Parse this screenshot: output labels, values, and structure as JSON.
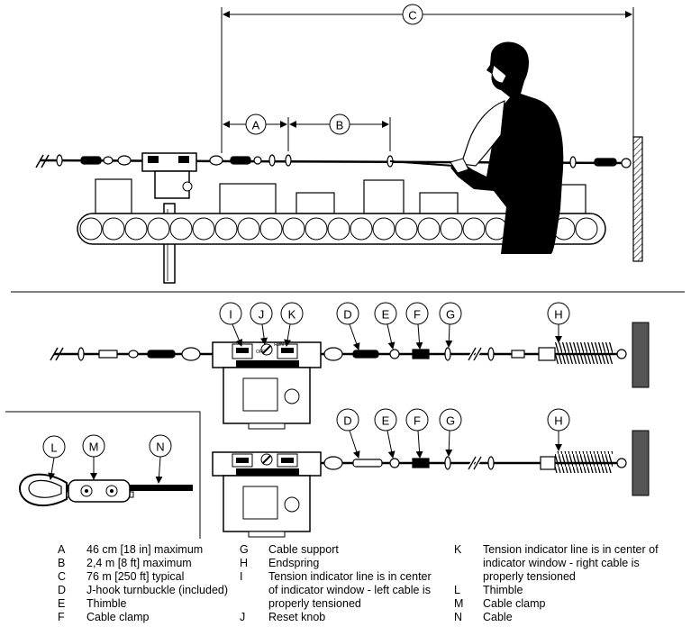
{
  "callouts": {
    "A": "A",
    "B": "B",
    "C": "C",
    "D": "D",
    "E": "E",
    "F": "F",
    "G": "G",
    "H": "H",
    "I": "I",
    "J": "J",
    "K": "K",
    "L": "L",
    "M": "M",
    "N": "N"
  },
  "switch_label": {
    "run": "RUN",
    "off": "OFF"
  },
  "legend": {
    "col1": [
      {
        "key": "A",
        "text": "46 cm [18 in] maximum"
      },
      {
        "key": "B",
        "text": "2,4 m [8 ft] maximum"
      },
      {
        "key": "C",
        "text": "76 m [250 ft] typical"
      },
      {
        "key": "D",
        "text": "J-hook turnbuckle (included)"
      },
      {
        "key": "E",
        "text": "Thimble"
      },
      {
        "key": "F",
        "text": "Cable clamp"
      }
    ],
    "col2": [
      {
        "key": "G",
        "text": "Cable support"
      },
      {
        "key": "H",
        "text": "Endspring"
      },
      {
        "key": "I",
        "text": "Tension indicator line is in center of indicator window - left cable is properly tensioned"
      },
      {
        "key": "J",
        "text": "Reset knob"
      }
    ],
    "col3": [
      {
        "key": "K",
        "text": "Tension indicator line is in center of indicator window - right cable is properly tensioned"
      },
      {
        "key": "L",
        "text": "Thimble"
      },
      {
        "key": "M",
        "text": "Cable clamp"
      },
      {
        "key": "N",
        "text": "Cable"
      }
    ]
  }
}
